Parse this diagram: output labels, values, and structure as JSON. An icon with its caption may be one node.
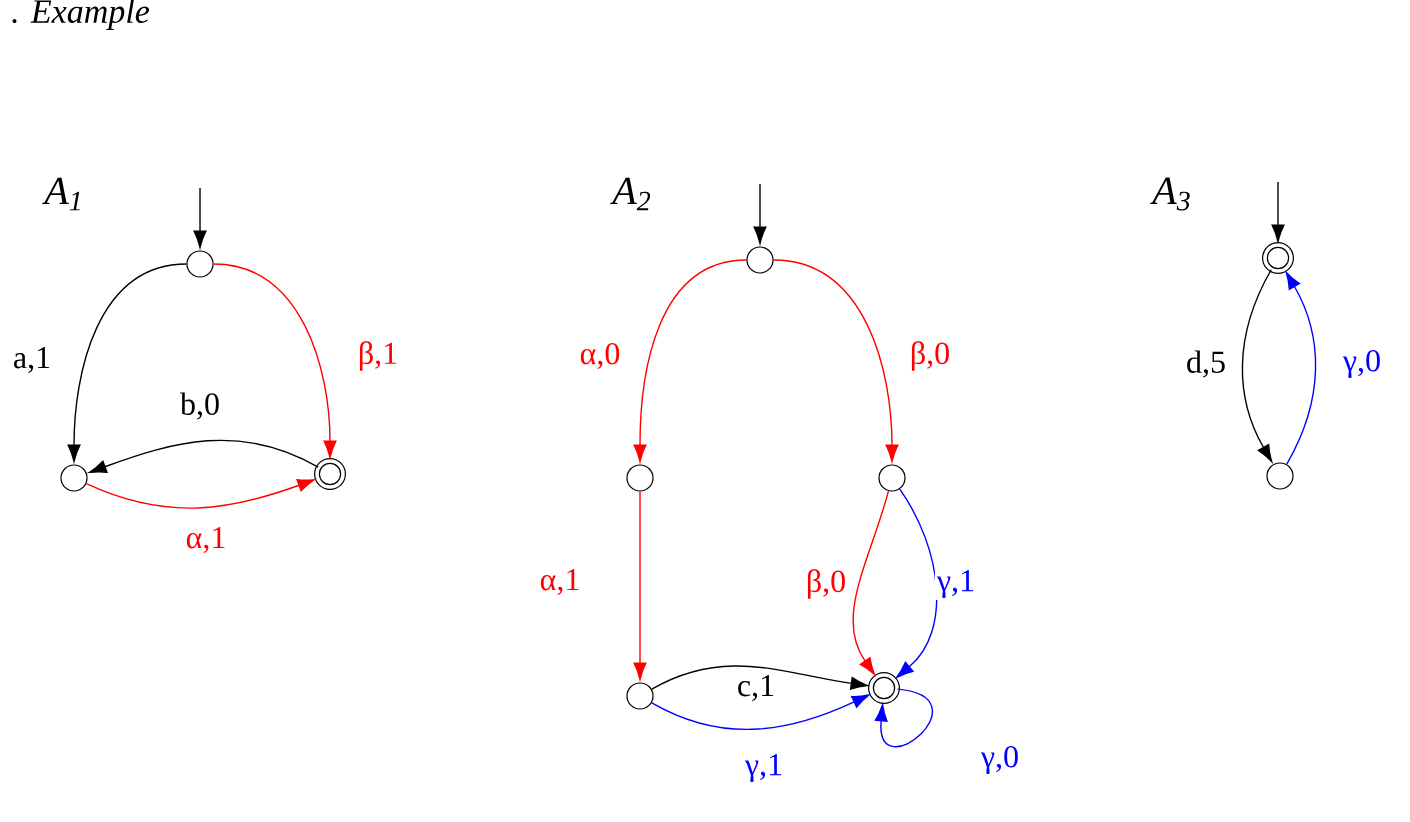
{
  "diagram": {
    "title": ". Example",
    "nodes": [
      {
        "text": [],
        "shape": "circle"
      },
      {
        "text": [],
        "shape": "circle"
      },
      {
        "text": [],
        "shape": "double-circle"
      },
      {
        "text": [],
        "shape": "circle"
      },
      {
        "text": [],
        "shape": "circle"
      },
      {
        "text": [],
        "shape": "circle"
      },
      {
        "text": [],
        "shape": "circle"
      },
      {
        "text": [],
        "shape": "double-circle"
      },
      {
        "text": [],
        "shape": "double-circle"
      },
      {
        "text": [],
        "shape": "circle"
      }
    ],
    "edges": [
      {
        "from": null,
        "to": 0,
        "arrow": "to"
      },
      {
        "from": 0,
        "to": 1,
        "arrow": "to",
        "label": "a,1"
      },
      {
        "from": 0,
        "to": 2,
        "arrow": "to",
        "label": "β,1",
        "color": "#ff0000"
      },
      {
        "from": 2,
        "to": 1,
        "arrow": "to",
        "label": "b,0"
      },
      {
        "from": 1,
        "to": 2,
        "arrow": "to",
        "label": "α,1",
        "color": "#ff0000"
      },
      {
        "from": null,
        "to": 3,
        "arrow": "to"
      },
      {
        "from": 3,
        "to": 4,
        "arrow": "to",
        "label": "α,0",
        "color": "#ff0000"
      },
      {
        "from": 3,
        "to": 5,
        "arrow": "to",
        "label": "β,0",
        "color": "#ff0000"
      },
      {
        "from": 4,
        "to": 6,
        "arrow": "to",
        "label": "α,1",
        "color": "#ff0000"
      },
      {
        "from": 5,
        "to": 7,
        "arrow": "to",
        "label": "β,0",
        "color": "#ff0000"
      },
      {
        "from": 5,
        "to": 7,
        "arrow": "to",
        "label": "γ,1",
        "color": "#0000ff"
      },
      {
        "from": 6,
        "to": 7,
        "arrow": "to",
        "label": "c,1"
      },
      {
        "from": 6,
        "to": 7,
        "arrow": "to",
        "label": "γ,1",
        "color": "#0000ff"
      },
      {
        "from": 7,
        "to": 7,
        "arrow": "to",
        "label": "γ,0",
        "color": "#0000ff"
      },
      {
        "from": null,
        "to": 8,
        "arrow": "to"
      },
      {
        "from": 8,
        "to": 9,
        "arrow": "to",
        "label": "d,5"
      },
      {
        "from": 9,
        "to": 8,
        "arrow": "to",
        "label": "γ,0",
        "color": "#0000ff"
      }
    ],
    "labels": [
      "A$_{1}$",
      "A$_{2}$",
      "A$_{3}$"
    ]
  }
}
